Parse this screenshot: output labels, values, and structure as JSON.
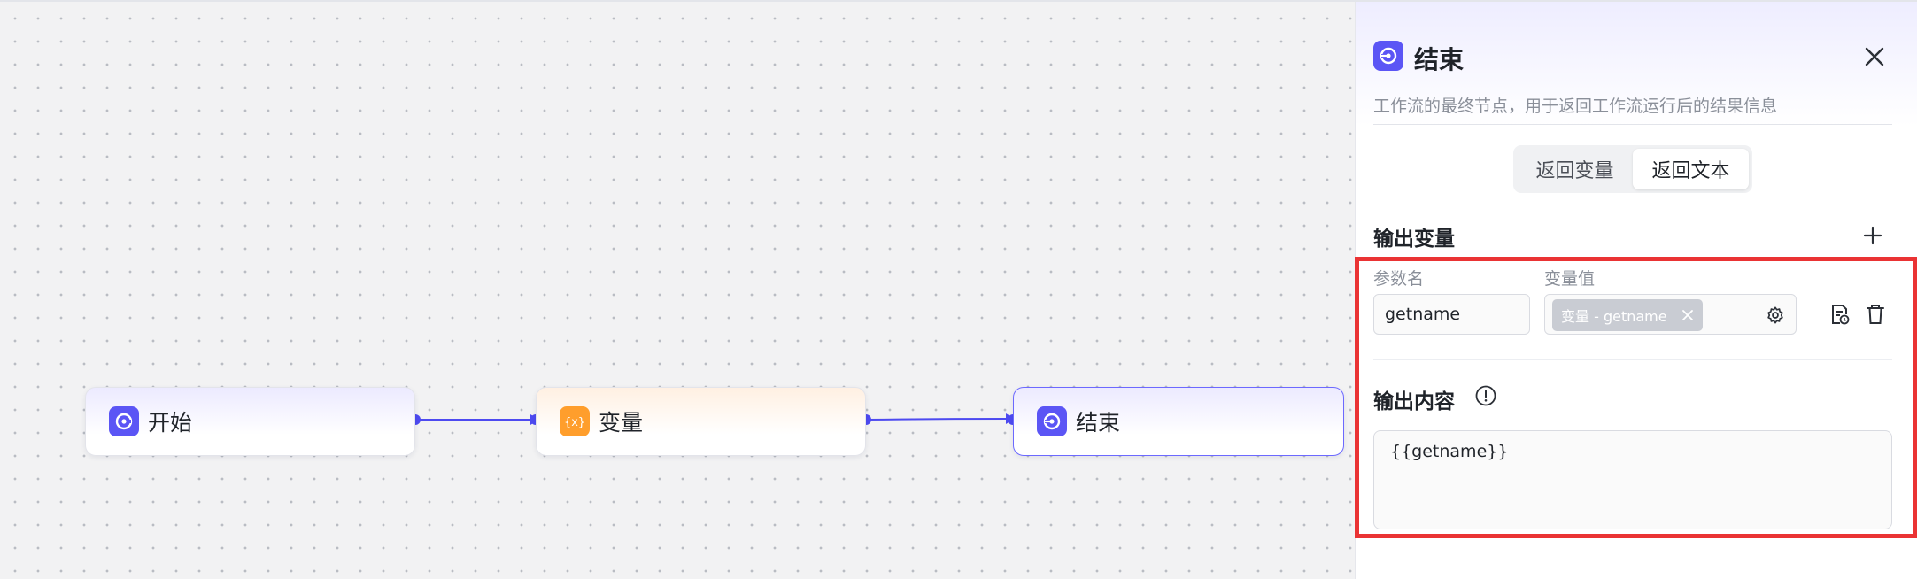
{
  "canvas": {
    "nodes": [
      {
        "label": "开始",
        "icon": "start-icon",
        "color": "#5b55f5"
      },
      {
        "label": "变量",
        "icon": "variable-icon",
        "color": "#ff9e2c"
      },
      {
        "label": "结束",
        "icon": "end-icon",
        "color": "#5b55f5"
      }
    ],
    "edge_color": "#4d4af0"
  },
  "panel": {
    "title": "结束",
    "description": "工作流的最终节点，用于返回工作流运行后的结果信息",
    "tabs": [
      {
        "label": "返回变量",
        "active": false
      },
      {
        "label": "返回文本",
        "active": true
      }
    ],
    "output_vars": {
      "title": "输出变量",
      "col_name": "参数名",
      "col_value": "变量值",
      "rows": [
        {
          "name": "getname",
          "value_tag": "变量 - getname"
        }
      ]
    },
    "output_content": {
      "title": "输出内容",
      "value": "{{getname}}"
    }
  },
  "colors": {
    "accent": "#5b55f5",
    "highlight": "#ea3334"
  }
}
